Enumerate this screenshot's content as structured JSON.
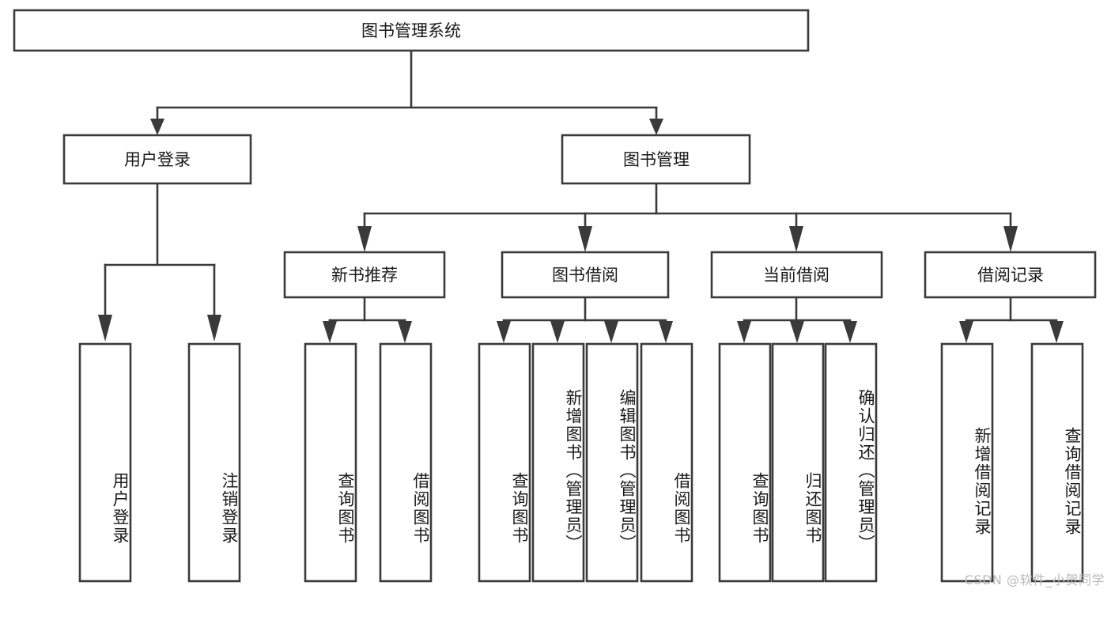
{
  "diagram": {
    "type": "tree-hierarchy",
    "title": "图书管理系统",
    "root": {
      "label": "图书管理系统",
      "shape": "rectangle"
    },
    "level2": [
      {
        "id": "user-login",
        "label": "用户登录"
      },
      {
        "id": "book-management",
        "label": "图书管理"
      }
    ],
    "level3": [
      {
        "id": "new-book-recommend",
        "label": "新书推荐",
        "parent": "book-management"
      },
      {
        "id": "book-borrow",
        "label": "图书借阅",
        "parent": "book-management"
      },
      {
        "id": "current-borrow",
        "label": "当前借阅",
        "parent": "book-management"
      },
      {
        "id": "borrow-record",
        "label": "借阅记录",
        "parent": "book-management"
      }
    ],
    "leaves": {
      "user-login": [
        {
          "id": "leaf-user-login",
          "label": "用户登录"
        },
        {
          "id": "leaf-logout-login",
          "label": "注销登录"
        }
      ],
      "new-book-recommend": [
        {
          "id": "leaf-query-book-1",
          "label": "查询图书"
        },
        {
          "id": "leaf-borrow-book-1",
          "label": "借阅图书"
        }
      ],
      "book-borrow": [
        {
          "id": "leaf-query-book-2",
          "label": "查询图书"
        },
        {
          "id": "leaf-add-book",
          "label": "新增图书（管理员）"
        },
        {
          "id": "leaf-edit-book",
          "label": "编辑图书（管理员）"
        },
        {
          "id": "leaf-borrow-book-2",
          "label": "借阅图书"
        }
      ],
      "current-borrow": [
        {
          "id": "leaf-query-book-3",
          "label": "查询图书"
        },
        {
          "id": "leaf-return-book",
          "label": "归还图书"
        },
        {
          "id": "leaf-confirm-return",
          "label": "确认归还（管理员）"
        }
      ],
      "borrow-record": [
        {
          "id": "leaf-add-record",
          "label": "新增借阅记录"
        },
        {
          "id": "leaf-query-record",
          "label": "查询借阅记录"
        }
      ]
    },
    "watermark": "CSDN @软件_小贺同学",
    "colors": {
      "stroke": "#3a3a3a",
      "fill": "#ffffff",
      "text": "#1a1a1a",
      "watermark": "#b9b9b9",
      "background": "#ffffff"
    }
  }
}
